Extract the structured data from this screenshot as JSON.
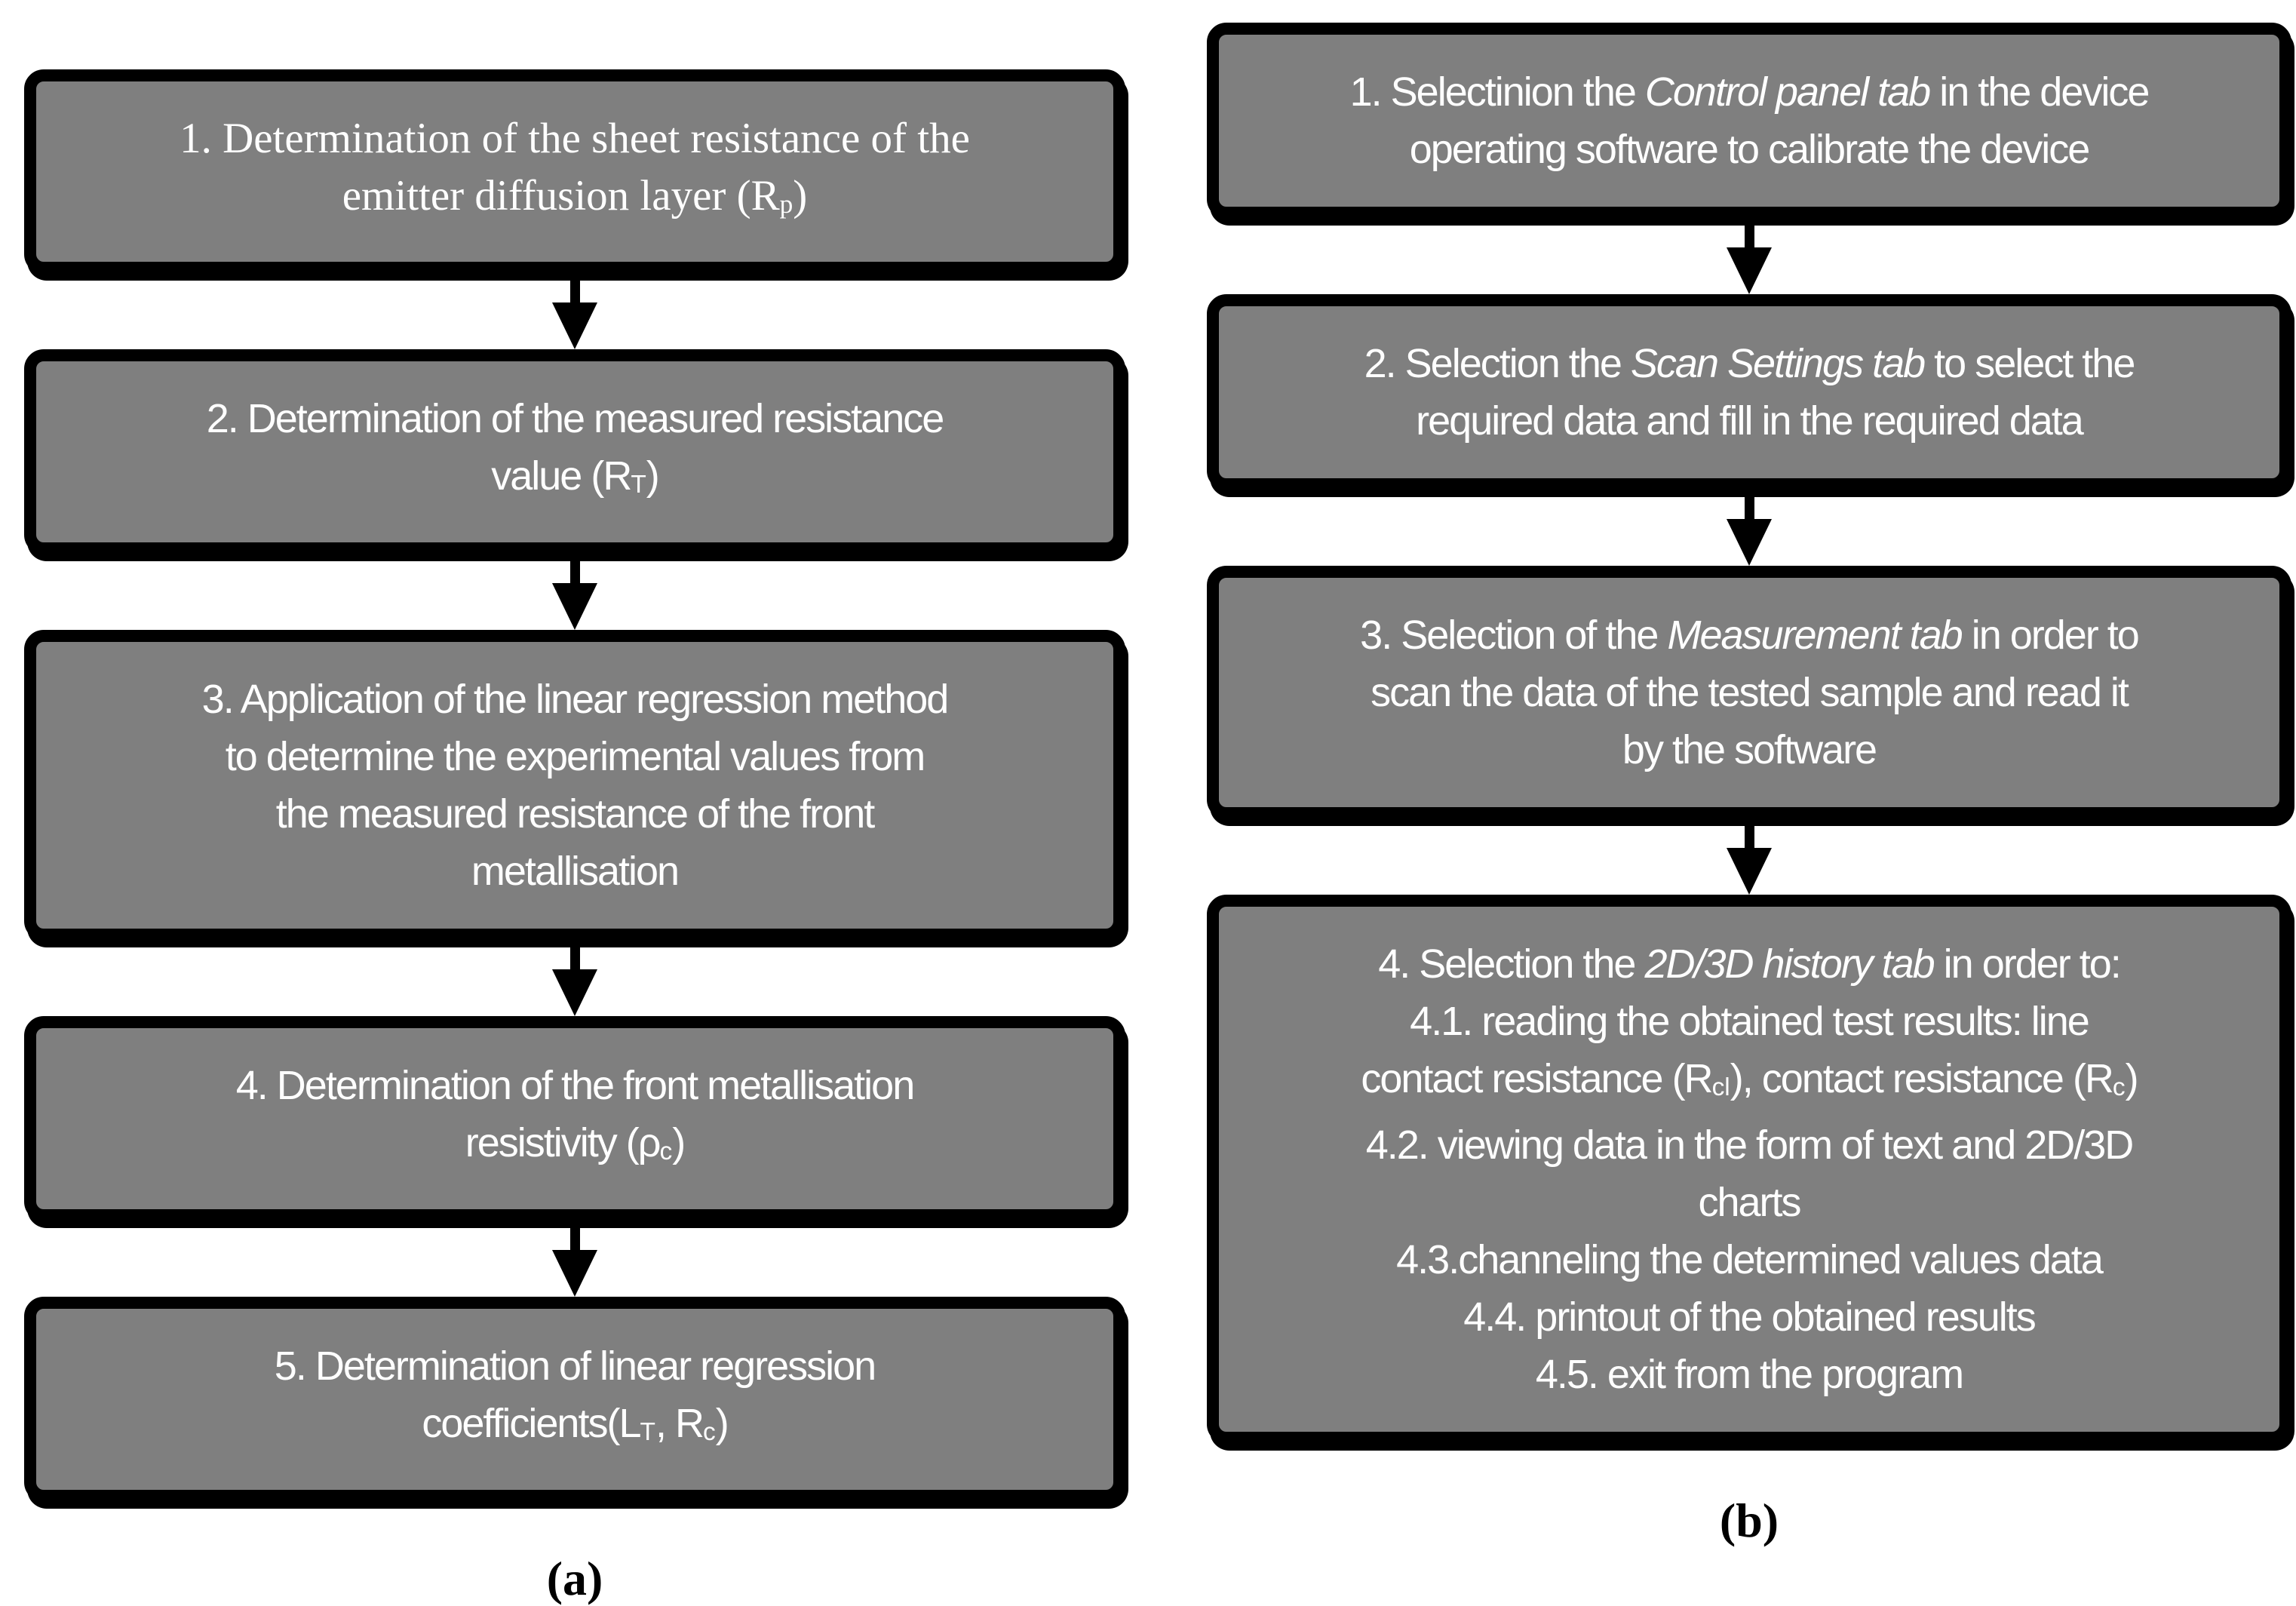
{
  "figure": {
    "colors": {
      "box_fill": "#7f7f7f",
      "box_border": "#000000",
      "box_text": "#ffffff",
      "arrow": "#000000",
      "background": "#ffffff",
      "caption_text": "#000000"
    },
    "columns": [
      {
        "id": "a",
        "caption": "(a)",
        "boxes": [
          {
            "font": "serif",
            "lines": [
              [
                {
                  "t": "1. Determination of the sheet resistance of the"
                }
              ],
              [
                {
                  "t": "emitter diffusion layer (R"
                },
                {
                  "t": "p",
                  "s": "sub"
                },
                {
                  "t": ")"
                }
              ]
            ]
          },
          {
            "font": "sans",
            "lines": [
              [
                {
                  "t": "2. Determination of the measured resistance"
                }
              ],
              [
                {
                  "t": "value (R"
                },
                {
                  "t": "T",
                  "s": "sub"
                },
                {
                  "t": ")"
                }
              ]
            ]
          },
          {
            "font": "sans",
            "lines": [
              [
                {
                  "t": "3. Application of the linear regression method"
                }
              ],
              [
                {
                  "t": "to determine the experimental values from"
                }
              ],
              [
                {
                  "t": "the measured resistance of the front"
                }
              ],
              [
                {
                  "t": "metallisation"
                }
              ]
            ]
          },
          {
            "font": "sans",
            "lines": [
              [
                {
                  "t": "4. Determination of the front metallisation"
                }
              ],
              [
                {
                  "t": "resistivity (ρ"
                },
                {
                  "t": "c",
                  "s": "sub"
                },
                {
                  "t": ")"
                }
              ]
            ]
          },
          {
            "font": "sans",
            "lines": [
              [
                {
                  "t": "5. Determination of linear regression"
                }
              ],
              [
                {
                  "t": "coefficients(L"
                },
                {
                  "t": "T",
                  "s": "sub"
                },
                {
                  "t": ", R"
                },
                {
                  "t": "c",
                  "s": "sub"
                },
                {
                  "t": ")"
                }
              ]
            ]
          }
        ]
      },
      {
        "id": "b",
        "caption": "(b)",
        "boxes": [
          {
            "font": "sans",
            "lines": [
              [
                {
                  "t": "1. Selectinion the "
                },
                {
                  "t": "Control panel tab",
                  "s": "i"
                },
                {
                  "t": " in the device"
                }
              ],
              [
                {
                  "t": "operating software to calibrate the device"
                }
              ]
            ]
          },
          {
            "font": "sans",
            "lines": [
              [
                {
                  "t": "2. Selection the "
                },
                {
                  "t": "Scan Settings tab",
                  "s": "i"
                },
                {
                  "t": " to select the"
                }
              ],
              [
                {
                  "t": "required data and fill in the required data"
                }
              ]
            ]
          },
          {
            "font": "sans",
            "lines": [
              [
                {
                  "t": "3. Selection of the "
                },
                {
                  "t": "Measurement tab",
                  "s": "i"
                },
                {
                  "t": " in order to"
                }
              ],
              [
                {
                  "t": "scan the data of the tested sample and read it"
                }
              ],
              [
                {
                  "t": "by the software"
                }
              ]
            ]
          },
          {
            "font": "sans",
            "lines": [
              [
                {
                  "t": "4. Selection the "
                },
                {
                  "t": "2D/3D history tab",
                  "s": "i"
                },
                {
                  "t": " in order to:"
                }
              ],
              [
                {
                  "t": "4.1. reading the obtained test results: line"
                }
              ],
              [
                {
                  "t": "contact resistance (R"
                },
                {
                  "t": "cl",
                  "s": "sub"
                },
                {
                  "t": "), contact resistance (R"
                },
                {
                  "t": "c",
                  "s": "sub"
                },
                {
                  "t": ")"
                }
              ],
              [
                {
                  "t": "4.2. viewing data in the form of text and 2D/3D"
                }
              ],
              [
                {
                  "t": "charts"
                }
              ],
              [
                {
                  "t": "4.3.channeling the determined values data"
                }
              ],
              [
                {
                  "t": "4.4. printout of the obtained results"
                }
              ],
              [
                {
                  "t": "4.5. exit from the program"
                }
              ]
            ]
          }
        ]
      }
    ]
  }
}
